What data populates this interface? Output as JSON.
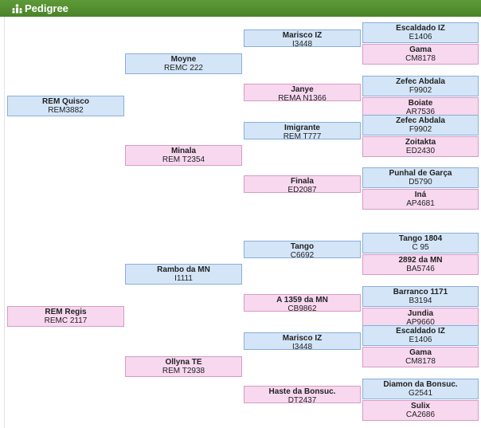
{
  "header": {
    "title": "Pedigree",
    "icon": "pedigree-icon"
  },
  "colors": {
    "header_green": "#4f8a2c",
    "male_fill": "#d4e5f7",
    "female_fill": "#f7d8ef"
  },
  "gen1": [
    {
      "name": "REM Quisco",
      "reg": "REM3882",
      "sex": "m"
    },
    {
      "name": "REM Regis",
      "reg": "REMC 2117",
      "sex": "f"
    }
  ],
  "gen2": [
    {
      "name": "Moyne",
      "reg": "REMC 222",
      "sex": "m"
    },
    {
      "name": "Minala",
      "reg": "REM T2354",
      "sex": "f"
    },
    {
      "name": "Rambo da MN",
      "reg": "I1111",
      "sex": "m"
    },
    {
      "name": "Ollyna TE",
      "reg": "REM T2938",
      "sex": "f"
    }
  ],
  "gen3": [
    {
      "name": "Marisco IZ",
      "reg": "I3448",
      "sex": "m"
    },
    {
      "name": "Janye",
      "reg": "REMA N1366",
      "sex": "f"
    },
    {
      "name": "Imigrante",
      "reg": "REM T777",
      "sex": "m"
    },
    {
      "name": "Finala",
      "reg": "ED2087",
      "sex": "f"
    },
    {
      "name": "Tango",
      "reg": "C6692",
      "sex": "m"
    },
    {
      "name": "A 1359 da MN",
      "reg": "CB9862",
      "sex": "f"
    },
    {
      "name": "Marisco IZ",
      "reg": "I3448",
      "sex": "m"
    },
    {
      "name": "Haste da Bonsuc.",
      "reg": "DT2437",
      "sex": "f"
    }
  ],
  "gen4": [
    {
      "name": "Escaldado IZ",
      "reg": "E1406",
      "sex": "m"
    },
    {
      "name": "Gama",
      "reg": "CM8178",
      "sex": "f"
    },
    {
      "name": "Zefec Abdala",
      "reg": "F9902",
      "sex": "m"
    },
    {
      "name": "Boiate",
      "reg": "AR7536",
      "sex": "f"
    },
    {
      "name": "Zefec Abdala",
      "reg": "F9902",
      "sex": "m"
    },
    {
      "name": "Zoitakta",
      "reg": "ED2430",
      "sex": "f"
    },
    {
      "name": "Punhal de Garça",
      "reg": "D5790",
      "sex": "m"
    },
    {
      "name": "Iná",
      "reg": "AP4681",
      "sex": "f"
    },
    {
      "name": "Tango 1804",
      "reg": "C 95",
      "sex": "m"
    },
    {
      "name": "2892 da MN",
      "reg": "BA5746",
      "sex": "f"
    },
    {
      "name": "Barranco 1171",
      "reg": "B3194",
      "sex": "m"
    },
    {
      "name": "Jundia",
      "reg": "AP9660",
      "sex": "f"
    },
    {
      "name": "Escaldado IZ",
      "reg": "E1406",
      "sex": "m"
    },
    {
      "name": "Gama",
      "reg": "CM8178",
      "sex": "f"
    },
    {
      "name": "Diamon da Bonsuc.",
      "reg": "G2541",
      "sex": "m"
    },
    {
      "name": "Sulix",
      "reg": "CA2686",
      "sex": "f"
    }
  ]
}
